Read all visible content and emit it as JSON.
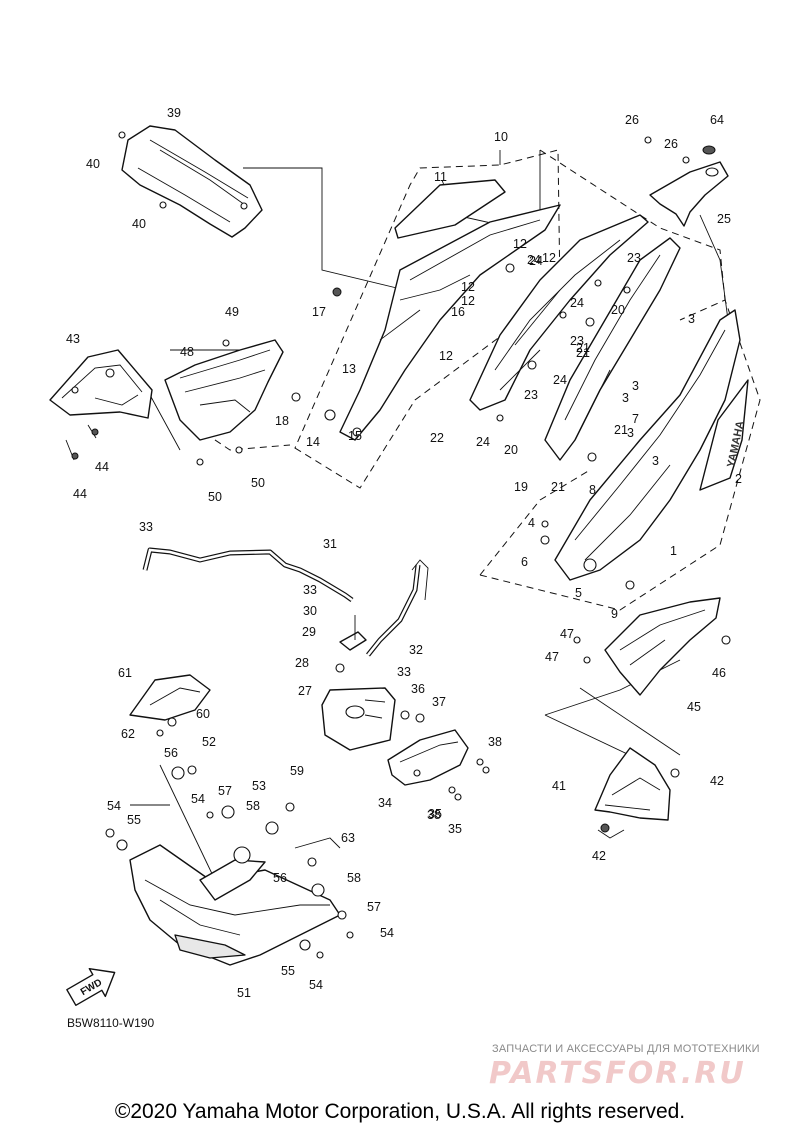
{
  "diagram": {
    "code": "B5W8110-W190",
    "fwd_label": "FWD",
    "brand_decal": "YAMAHA",
    "callouts": [
      "1",
      "2",
      "3",
      "3",
      "3",
      "3",
      "3",
      "4",
      "5",
      "6",
      "7",
      "8",
      "9",
      "10",
      "11",
      "12",
      "12",
      "12",
      "12",
      "12",
      "13",
      "14",
      "15",
      "16",
      "17",
      "18",
      "19",
      "20",
      "20",
      "21",
      "21",
      "21",
      "21",
      "22",
      "23",
      "23",
      "23",
      "24",
      "24",
      "24",
      "24",
      "24",
      "25",
      "26",
      "26",
      "27",
      "28",
      "29",
      "30",
      "31",
      "32",
      "33",
      "33",
      "33",
      "34",
      "35",
      "35",
      "36",
      "37",
      "38",
      "38",
      "39",
      "40",
      "40",
      "41",
      "42",
      "42",
      "43",
      "44",
      "44",
      "45",
      "46",
      "47",
      "47",
      "48",
      "49",
      "50",
      "50",
      "51",
      "52",
      "53",
      "54",
      "54",
      "54",
      "54",
      "55",
      "55",
      "56",
      "56",
      "57",
      "57",
      "58",
      "58",
      "59",
      "60",
      "61",
      "62",
      "63",
      "64"
    ]
  },
  "watermark": {
    "text": "ЗАПЧАСТИ И АКСЕССУАРЫ ДЛЯ МОТОТЕХНИКИ",
    "logo": "PARTSFOR.RU"
  },
  "footer": {
    "copyright": "©2020 Yamaha Motor Corporation, U.S.A. All rights reserved."
  }
}
